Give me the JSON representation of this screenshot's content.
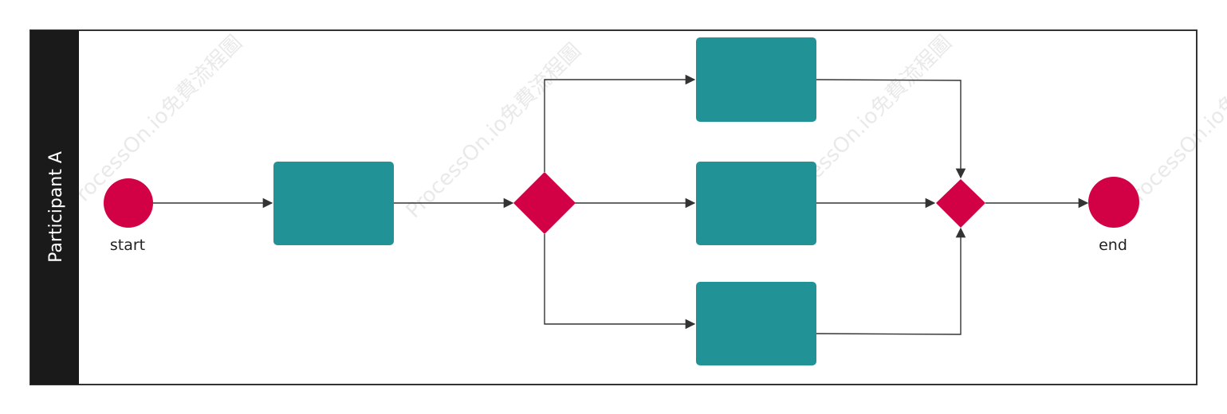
{
  "diagram": {
    "type": "bpmn-process",
    "pool_label": "Participant A",
    "watermark": "ProcessOn.io免費流程圖",
    "colors": {
      "lane_header": "#1a1a1a",
      "event": "#d20044",
      "gateway": "#d20044",
      "task": "#219397",
      "connector": "#333333",
      "border": "#333333"
    },
    "nodes": [
      {
        "id": "start-event",
        "kind": "start-event",
        "label": "start"
      },
      {
        "id": "task-1",
        "kind": "task",
        "label": ""
      },
      {
        "id": "split-gateway",
        "kind": "gateway",
        "label": ""
      },
      {
        "id": "task-top",
        "kind": "task",
        "label": ""
      },
      {
        "id": "task-middle",
        "kind": "task",
        "label": ""
      },
      {
        "id": "task-bottom",
        "kind": "task",
        "label": ""
      },
      {
        "id": "merge-gateway",
        "kind": "gateway",
        "label": ""
      },
      {
        "id": "end-event",
        "kind": "end-event",
        "label": "end"
      }
    ],
    "edges": [
      {
        "from": "start-event",
        "to": "task-1"
      },
      {
        "from": "task-1",
        "to": "split-gateway"
      },
      {
        "from": "split-gateway",
        "to": "task-top"
      },
      {
        "from": "split-gateway",
        "to": "task-middle"
      },
      {
        "from": "split-gateway",
        "to": "task-bottom"
      },
      {
        "from": "task-top",
        "to": "merge-gateway"
      },
      {
        "from": "task-middle",
        "to": "merge-gateway"
      },
      {
        "from": "task-bottom",
        "to": "merge-gateway"
      },
      {
        "from": "merge-gateway",
        "to": "end-event"
      }
    ]
  }
}
